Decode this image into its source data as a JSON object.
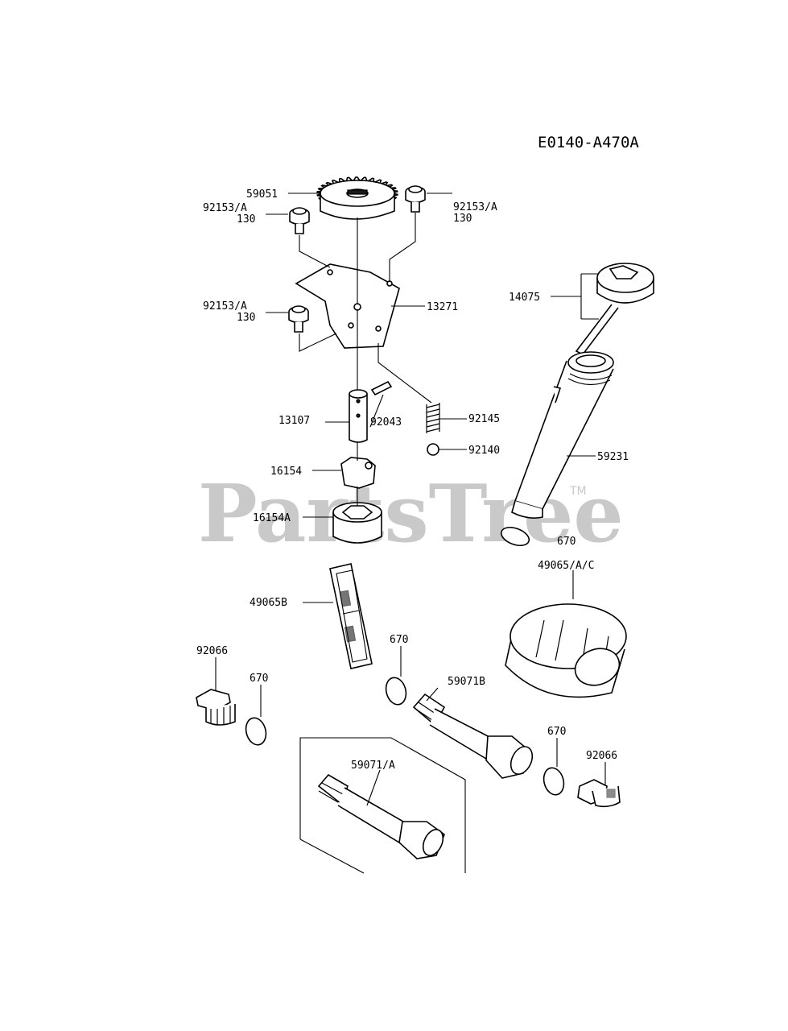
{
  "diagram": {
    "code": "E0140-A470A",
    "watermark": "PartsTree",
    "watermark_tm": "TM",
    "labels": {
      "p59051": "59051",
      "p92153a_1": "92153/A",
      "p130_1": "130",
      "p92153a_2": "92153/A",
      "p130_2": "130",
      "p92153a_3": "92153/A",
      "p130_3": "130",
      "p13271": "13271",
      "p14075": "14075",
      "p13107": "13107",
      "p92043": "92043",
      "p92145": "92145",
      "p92140": "92140",
      "p59231": "59231",
      "p16154": "16154",
      "p16154a": "16154A",
      "p670_1": "670",
      "p49065ac": "49065/A/C",
      "p49065b": "49065B",
      "p670_2": "670",
      "p92066_1": "92066",
      "p670_3": "670",
      "p59071b": "59071B",
      "p670_4": "670",
      "p92066_2": "92066",
      "p59071a": "59071/A"
    }
  }
}
